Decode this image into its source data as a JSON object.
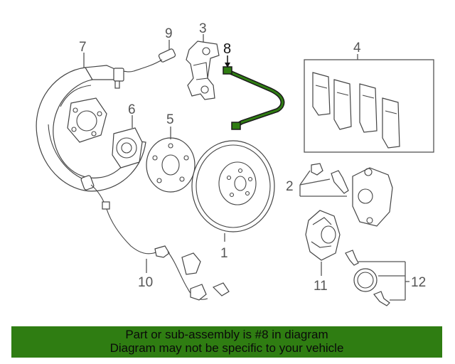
{
  "callouts": {
    "c1": "1",
    "c2": "2",
    "c3": "3",
    "c4": "4",
    "c5": "5",
    "c6": "6",
    "c7": "7",
    "c8": "8",
    "c9": "9",
    "c10": "10",
    "c11": "11",
    "c12": "12"
  },
  "highlight_part": "8",
  "highlight_color": "#2f7d12",
  "banner": {
    "line1": "Part or sub-assembly is #8 in diagram",
    "line2": "Diagram may not be specific to your vehicle",
    "background": "#2f7d12"
  }
}
